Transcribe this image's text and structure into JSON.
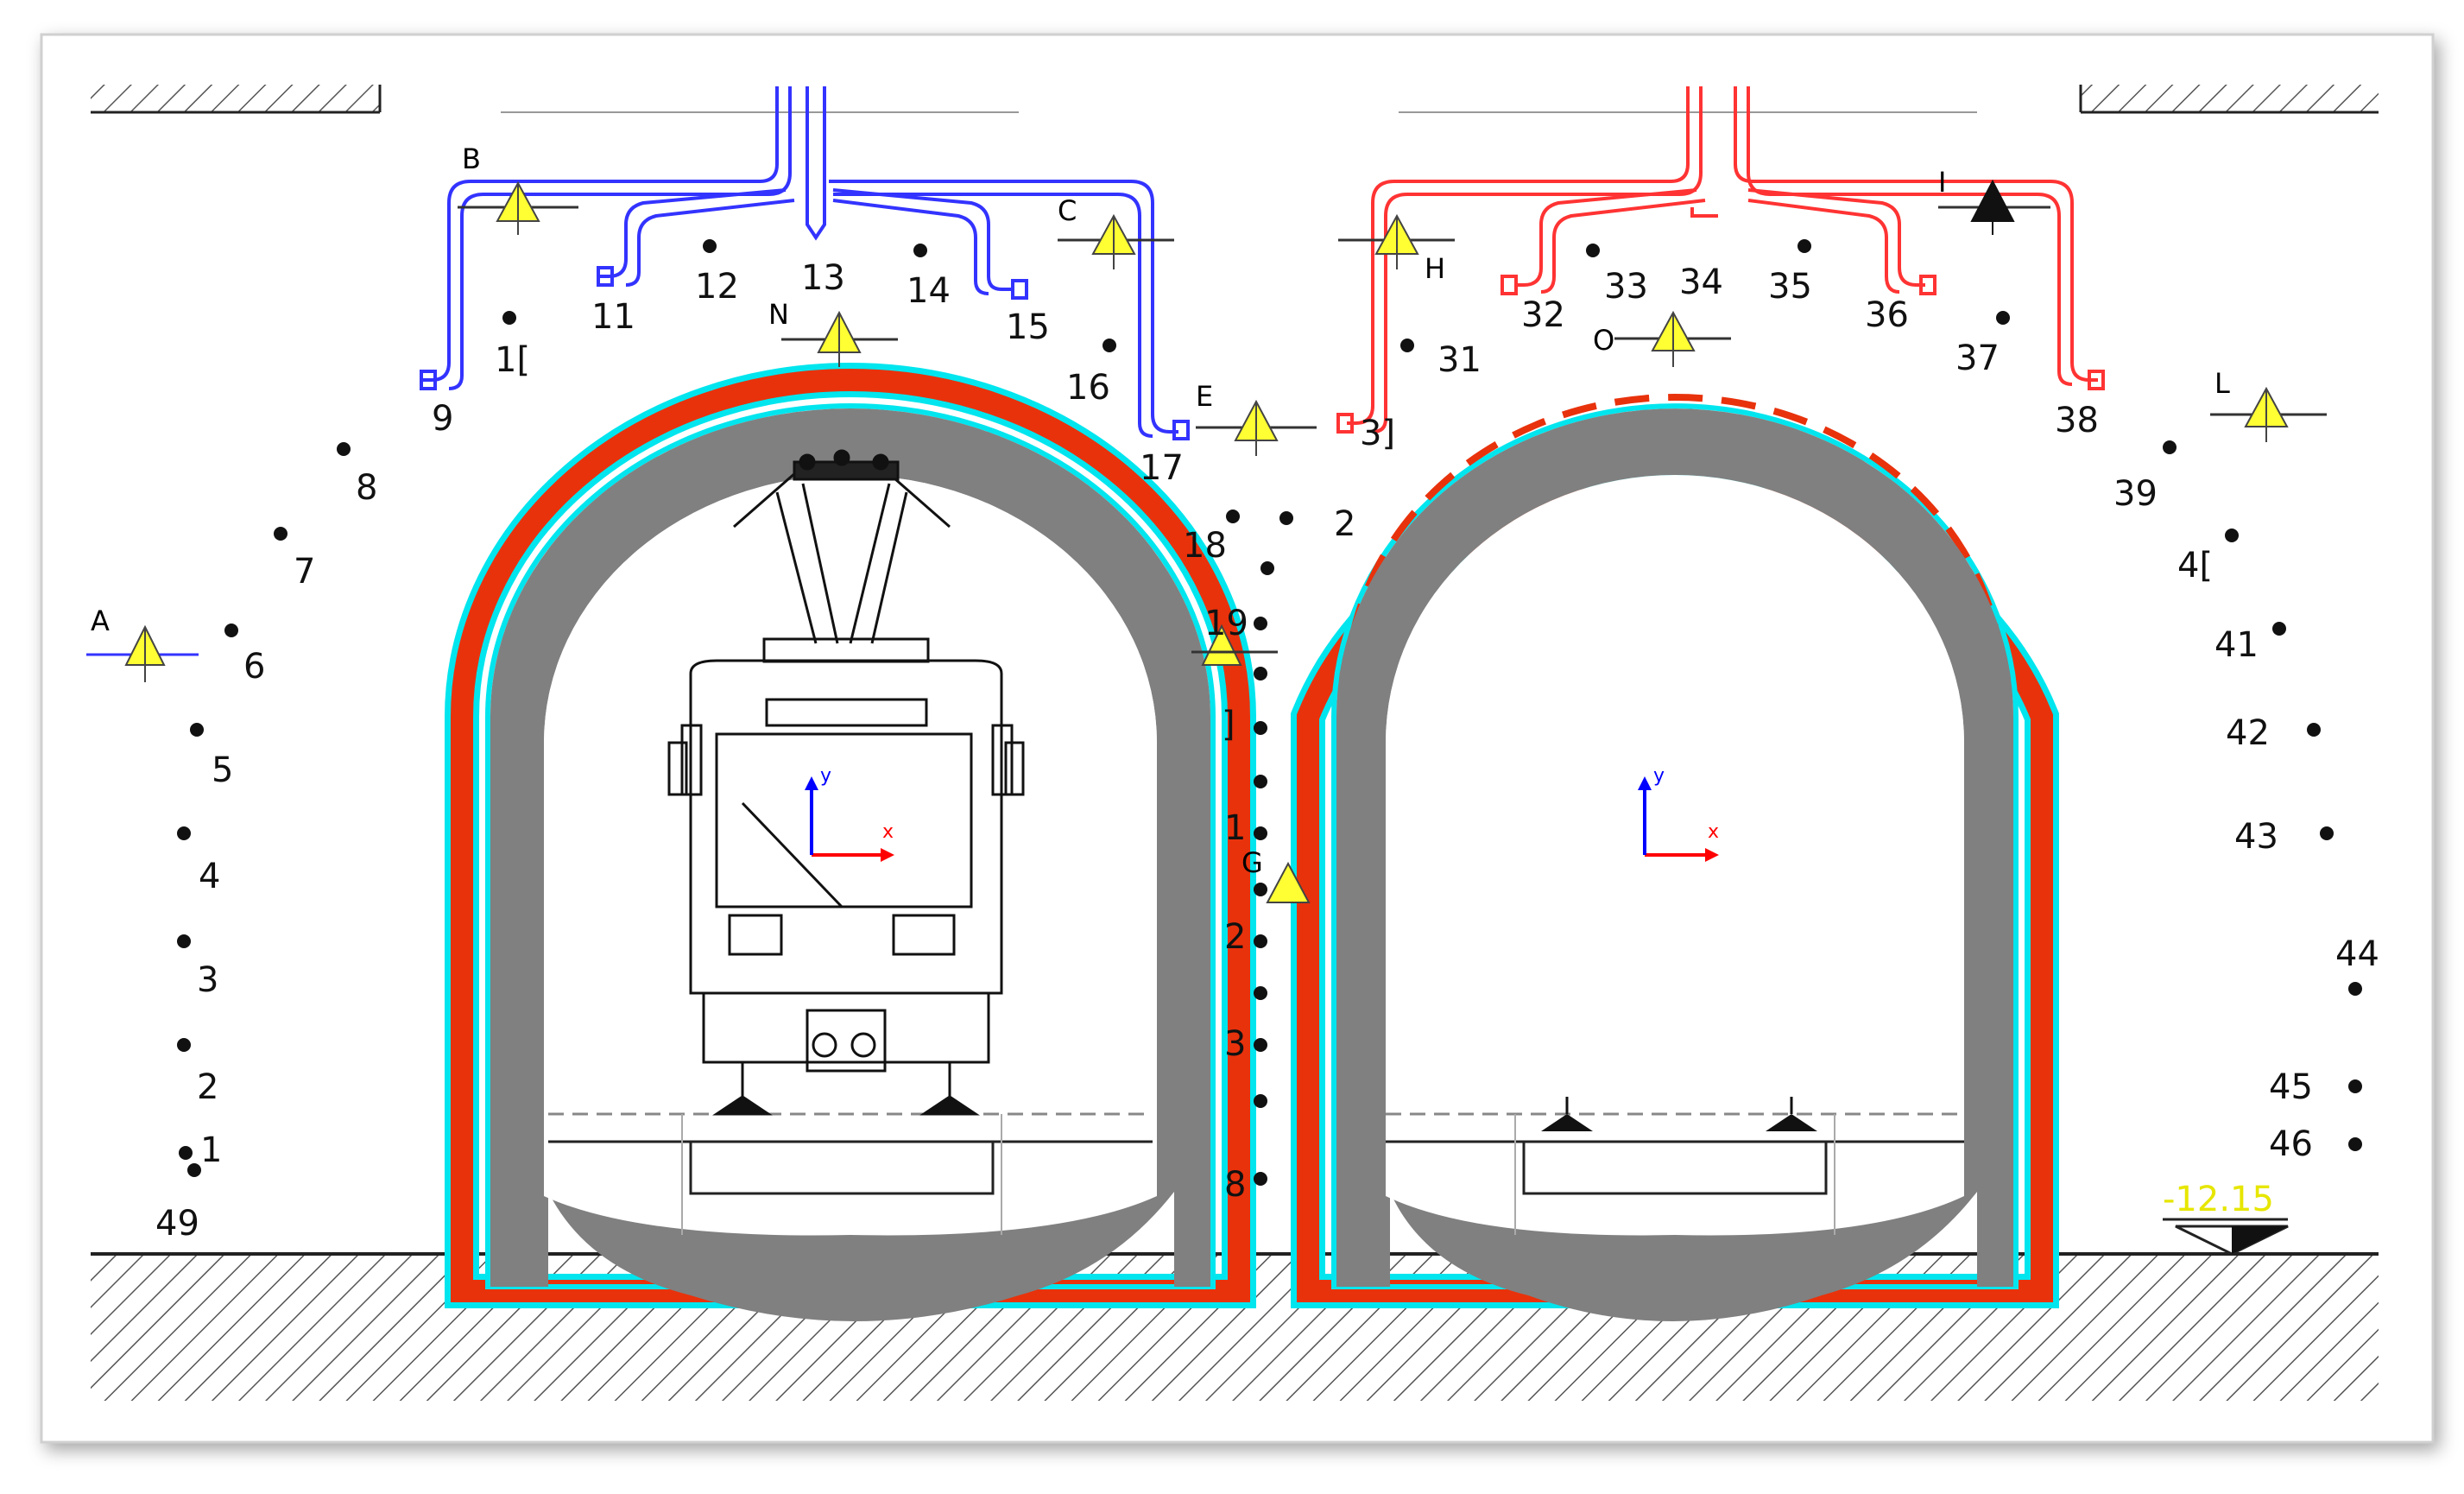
{
  "title": "",
  "elevation": "-12.15",
  "colors": {
    "paper": "#ffffff",
    "lining": "#808080",
    "membrane_outer": "#00e5ee",
    "membrane_inner": "#e8320c",
    "left_pipes": "#3333ff",
    "right_pipes": "#ff3333",
    "marker_fill": "#ffff33",
    "elevation_text": "#e6e600",
    "axis_x": "#ff0000",
    "axis_y": "#0000ff"
  },
  "axes": {
    "x": "x",
    "y": "y"
  },
  "markers": {
    "A": "A",
    "B": "B",
    "C": "C",
    "E": "E",
    "G": "G",
    "H": "H",
    "I": "I",
    "L": "L",
    "N": "N",
    "O": "O"
  },
  "points": {
    "p1": "1",
    "p2": "2",
    "p3": "3",
    "p4": "4",
    "p5": "5",
    "p6": "6",
    "p7": "7",
    "p8": "8",
    "p9": "9",
    "p10": "1[",
    "p11": "11",
    "p12": "12",
    "p13": "13",
    "p14": "14",
    "p15": "15",
    "p16": "16",
    "p17": "17",
    "p18": "18",
    "p19": "19",
    "p20": "]",
    "p21": "1",
    "p22": "2",
    "p23": "3",
    "p24": "8",
    "p31": "31",
    "p3b": "3]",
    "p32": "32",
    "p33": "33",
    "p34": "34",
    "p35": "35",
    "p36": "36",
    "p37": "37",
    "p38": "38",
    "p39": "39",
    "p40": "4[",
    "p41": "41",
    "p42": "42",
    "p43": "43",
    "p44": "44",
    "p45": "45",
    "p46": "46",
    "p49": "49",
    "p2top": "2"
  }
}
